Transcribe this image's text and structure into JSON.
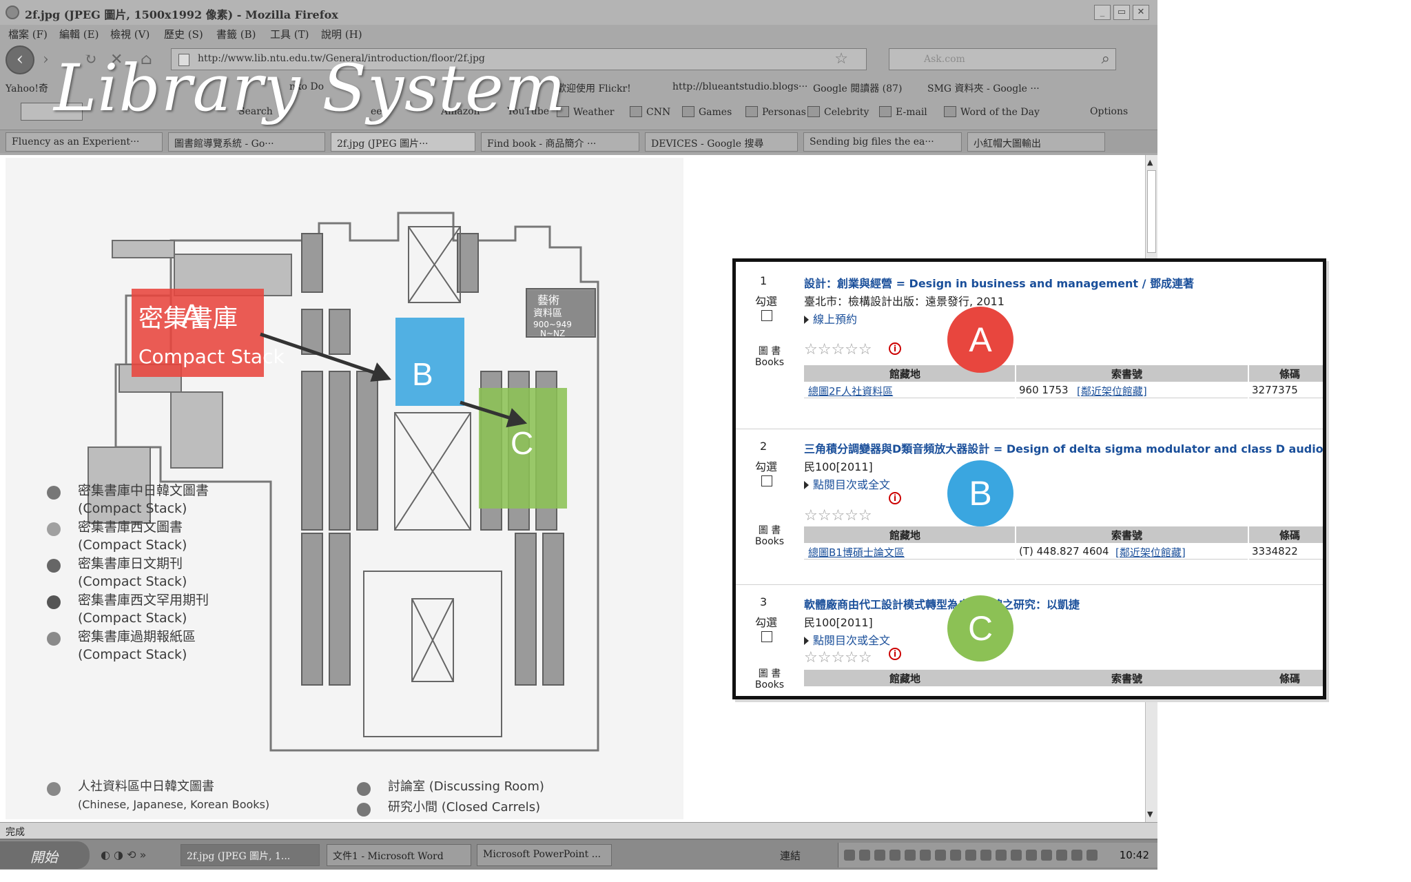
{
  "slide_title": "Library System",
  "browser": {
    "window_title": "2f.jpg (JPEG 圖片, 1500x1992 像素) - Mozilla Firefox",
    "menu": [
      "檔案 (F)",
      "編輯 (E)",
      "檢視 (V)",
      "歷史 (S)",
      "書籤 (B)",
      "工具 (T)",
      "說明 (H)"
    ],
    "url": "http://www.lib.ntu.edu.tw/General/introduction/floor/2f.jpg",
    "search_placeholder": "Ask.com",
    "bookmarks": [
      "Yahoo!奇",
      "nko Do",
      "歡迎使用 Flickr!",
      "http://blueantstudio.blogs···",
      "Google 閱讀器 (87)",
      "SMG 資料夾 - Google ···"
    ],
    "toolbar2": [
      "Search",
      "eeb",
      "Amazon",
      "YouTube",
      "Weather",
      "CNN",
      "Games",
      "Personas",
      "Celebrity",
      "E-mail",
      "Word of the Day",
      "Options"
    ],
    "tabs": [
      "Fluency as an Experient···",
      "圖書館導覽系統 - Go···",
      "2f.jpg (JPEG 圖片···",
      "Find book - 商品簡介 ···",
      "DEVICES - Google 搜尋",
      "Sending big files the ea···",
      "小紅帽大圖輸出"
    ],
    "status": "完成",
    "colors": {
      "chrome": "#a9a9a9",
      "link": "#1a4f9a"
    }
  },
  "taskbar": {
    "start": "開始",
    "tasks": [
      "2f.jpg (JPEG 圖片, 1...",
      "文件1 - Microsoft Word",
      "Microsoft PowerPoint ..."
    ],
    "links_label": "連結",
    "clock": "10:42"
  },
  "floorplan": {
    "compact_stack_cn": "密集書庫",
    "compact_stack_en": "Compact Stack",
    "art_area": [
      "藝術",
      "資料區",
      "900~949",
      "N~NZ"
    ],
    "zones": [
      {
        "label": "A",
        "color": "#e8463e"
      },
      {
        "label": "B",
        "color": "#3aa6e0"
      },
      {
        "label": "C",
        "color": "#8cc155"
      }
    ],
    "legend": [
      {
        "cn": "密集書庫中日韓文圖書",
        "en": "(Compact Stack)"
      },
      {
        "cn": "密集書庫西文圖書",
        "en": "(Compact Stack)"
      },
      {
        "cn": "密集書庫日文期刊",
        "en": "(Compact Stack)"
      },
      {
        "cn": "密集書庫西文罕用期刊",
        "en": "(Compact Stack)"
      },
      {
        "cn": "密集書庫過期報紙區",
        "en": "(Compact Stack)"
      }
    ],
    "legend_bottom": [
      {
        "cn": "人社資料區中日韓文圖書",
        "en": "(Chinese, Japanese, Korean Books)"
      },
      {
        "cn": "討論室 (Discussing Room)",
        "en": ""
      },
      {
        "cn": "研究小間 (Closed Carrels)",
        "en": ""
      }
    ]
  },
  "results": {
    "select_label": "勾選",
    "books_cn": "圖 書",
    "books_en": "Books",
    "holdings_headers": [
      "館藏地",
      "索書號",
      "條碼"
    ],
    "records": [
      {
        "num": "1",
        "title": "設計：創業與經營 = Design in business and management / 鄧成連著",
        "pub": "臺北市：檢構設計出版：遠景發行, 2011",
        "link": "線上預約",
        "location": "總圖2F人社資料區",
        "call_no": "960 1753",
        "nearby": "[鄰近架位館藏]",
        "barcode": "3277375",
        "badge": "A"
      },
      {
        "num": "2",
        "title": "三角積分調變器與D類音頻放大器設計 = Design of delta sigma modulator and class D audio",
        "pub": "民100[2011]",
        "link": "點閱目次或全文",
        "location": "總圖B1博碩士論文區",
        "call_no": "(T) 448.827 4604",
        "nearby": "[鄰近架位館藏]",
        "barcode": "3334822",
        "badge": "B"
      },
      {
        "num": "3",
        "title": "軟體廠商由代工設計模式轉型為自有品牌之研究：以凱捷",
        "pub": "民100[2011]",
        "link": "點閱目次或全文",
        "badge": "C"
      }
    ]
  }
}
